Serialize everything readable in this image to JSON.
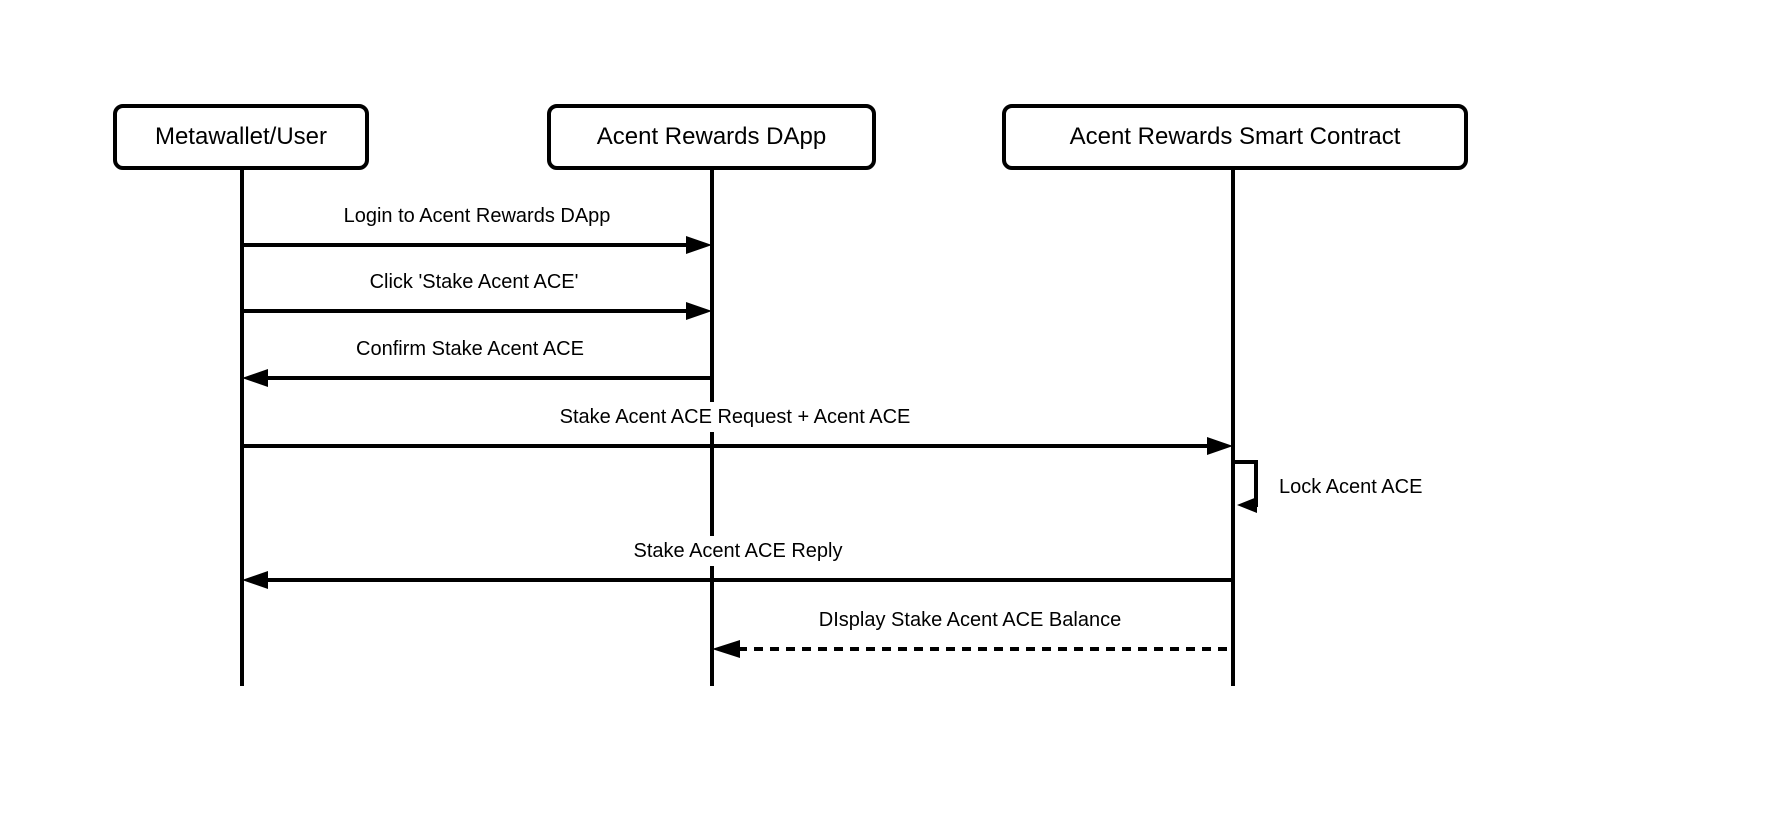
{
  "diagram": {
    "type": "uml-sequence",
    "background_color": "#ffffff",
    "line_color": "#000000",
    "text_color": "#000000",
    "actors": [
      {
        "name": "Metawallet/User"
      },
      {
        "name": "Acent Rewards DApp"
      },
      {
        "name": "Acent Rewards Smart Contract"
      }
    ],
    "messages": [
      {
        "label": "Login to Acent Rewards DApp",
        "from": "Metawallet/User",
        "to": "Acent Rewards DApp",
        "line": "solid",
        "direction": "right"
      },
      {
        "label": "Click 'Stake Acent ACE'",
        "from": "Metawallet/User",
        "to": "Acent Rewards DApp",
        "line": "solid",
        "direction": "right"
      },
      {
        "label": "Confirm Stake Acent ACE",
        "from": "Acent Rewards DApp",
        "to": "Metawallet/User",
        "line": "solid",
        "direction": "left"
      },
      {
        "label": "Stake Acent ACE Request + Acent ACE",
        "from": "Metawallet/User",
        "to": "Acent Rewards Smart Contract",
        "line": "solid",
        "direction": "right"
      },
      {
        "label": "Lock Acent ACE",
        "from": "Acent Rewards Smart Contract",
        "to": "Acent Rewards Smart Contract",
        "line": "solid",
        "direction": "self"
      },
      {
        "label": "Stake Acent ACE Reply",
        "from": "Acent Rewards Smart Contract",
        "to": "Metawallet/User",
        "line": "solid",
        "direction": "left"
      },
      {
        "label": "DIsplay Stake Acent ACE Balance",
        "from": "Acent Rewards Smart Contract",
        "to": "Acent Rewards DApp",
        "line": "dashed",
        "direction": "left"
      }
    ]
  }
}
